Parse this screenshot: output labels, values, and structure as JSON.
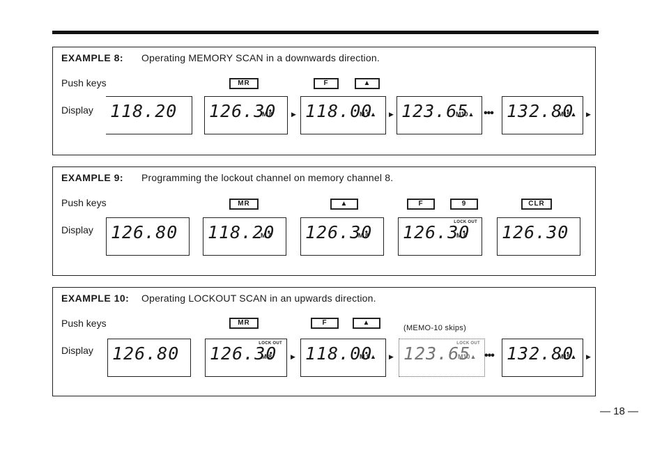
{
  "page_number": "— 18 —",
  "labels": {
    "push_keys": "Push keys",
    "display": "Display"
  },
  "ex8": {
    "title": "EXAMPLE  8:",
    "desc": "Operating MEMORY SCAN in a downwards direction.",
    "keys": [
      "MR",
      "F",
      "▲"
    ],
    "displays": [
      {
        "freq": "118.20",
        "mem": ""
      },
      {
        "freq": "126.30",
        "mem": "M 8"
      },
      {
        "freq": "118.00",
        "mem": "M 9▲"
      },
      {
        "freq": "123.65",
        "mem": "M10▲"
      },
      {
        "freq": "132.80",
        "mem": "M15▲"
      }
    ]
  },
  "ex9": {
    "title": "EXAMPLE  9:",
    "desc": "Programming the lockout channel on memory channel 8.",
    "keys": [
      "MR",
      "▲",
      "F",
      "9",
      "CLR"
    ],
    "displays": [
      {
        "freq": "126.80",
        "mem": "",
        "lock": ""
      },
      {
        "freq": "118.20",
        "mem": "M 7",
        "lock": ""
      },
      {
        "freq": "126.30",
        "mem": "M 8",
        "lock": ""
      },
      {
        "freq": "126.30",
        "mem": "M 8",
        "lock": "LOCK OUT"
      },
      {
        "freq": "126.30",
        "mem": "",
        "lock": ""
      }
    ]
  },
  "ex10": {
    "title": "EXAMPLE 10:",
    "desc": "Operating LOCKOUT SCAN in an upwards direction.",
    "keys": [
      "MR",
      "F",
      "▲"
    ],
    "note": "(MEMO-10 skips)",
    "displays": [
      {
        "freq": "126.80",
        "mem": "",
        "lock": ""
      },
      {
        "freq": "126.30",
        "mem": "M 8",
        "lock": "LOCK OUT"
      },
      {
        "freq": "118.00",
        "mem": "M 9▲",
        "lock": ""
      },
      {
        "freq": "123.65",
        "mem": "M10▲",
        "lock": "LOCK OUT"
      },
      {
        "freq": "132.80",
        "mem": "M15▲",
        "lock": ""
      }
    ]
  },
  "symbols": {
    "arrow": "▶",
    "ellipsis": "•••"
  }
}
